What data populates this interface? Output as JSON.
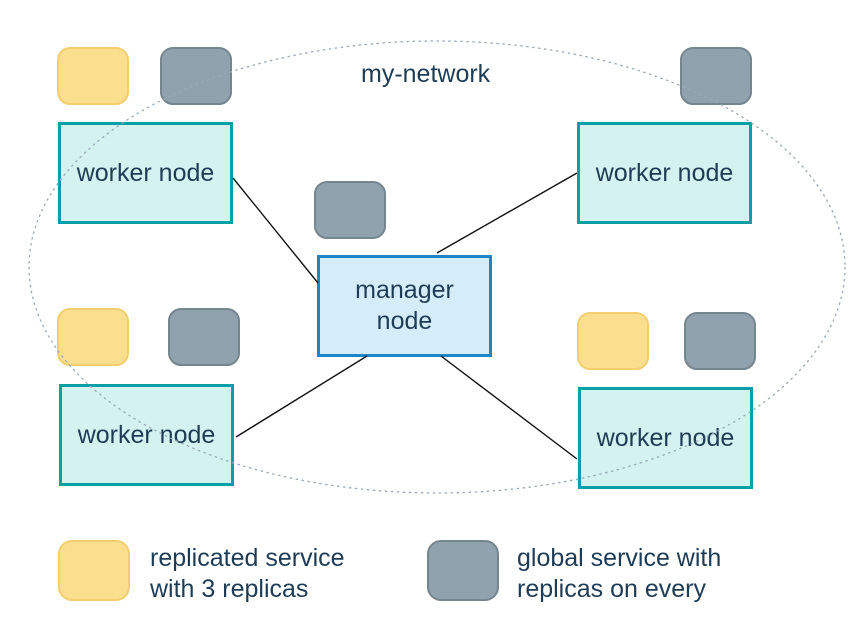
{
  "network": {
    "label": "my-network"
  },
  "nodes": {
    "manager": {
      "lines": [
        "manager",
        "node"
      ]
    },
    "workers": [
      {
        "label": "worker node"
      },
      {
        "label": "worker node"
      },
      {
        "label": "worker node"
      },
      {
        "label": "worker node"
      }
    ]
  },
  "legend": [
    {
      "icon": "replicated-service-square",
      "lines": [
        "replicated service",
        "with 3 replicas"
      ]
    },
    {
      "icon": "global-service-square",
      "lines": [
        "global service with",
        "replicas on every"
      ]
    }
  ],
  "colors": {
    "replicated_service_fill": "#FCDF8E",
    "replicated_service_border": "#F2CE71",
    "global_service_fill": "#90A2AE",
    "global_service_border": "#75868F",
    "worker_node_fill": "#D3F2F0",
    "worker_node_border": "#0A9FA7",
    "manager_node_fill": "#D5EDF9",
    "manager_node_border": "#1A86C8",
    "text": "#1E3C55",
    "network_ellipse": "#9AAAB8",
    "connection_line": "#111111"
  }
}
